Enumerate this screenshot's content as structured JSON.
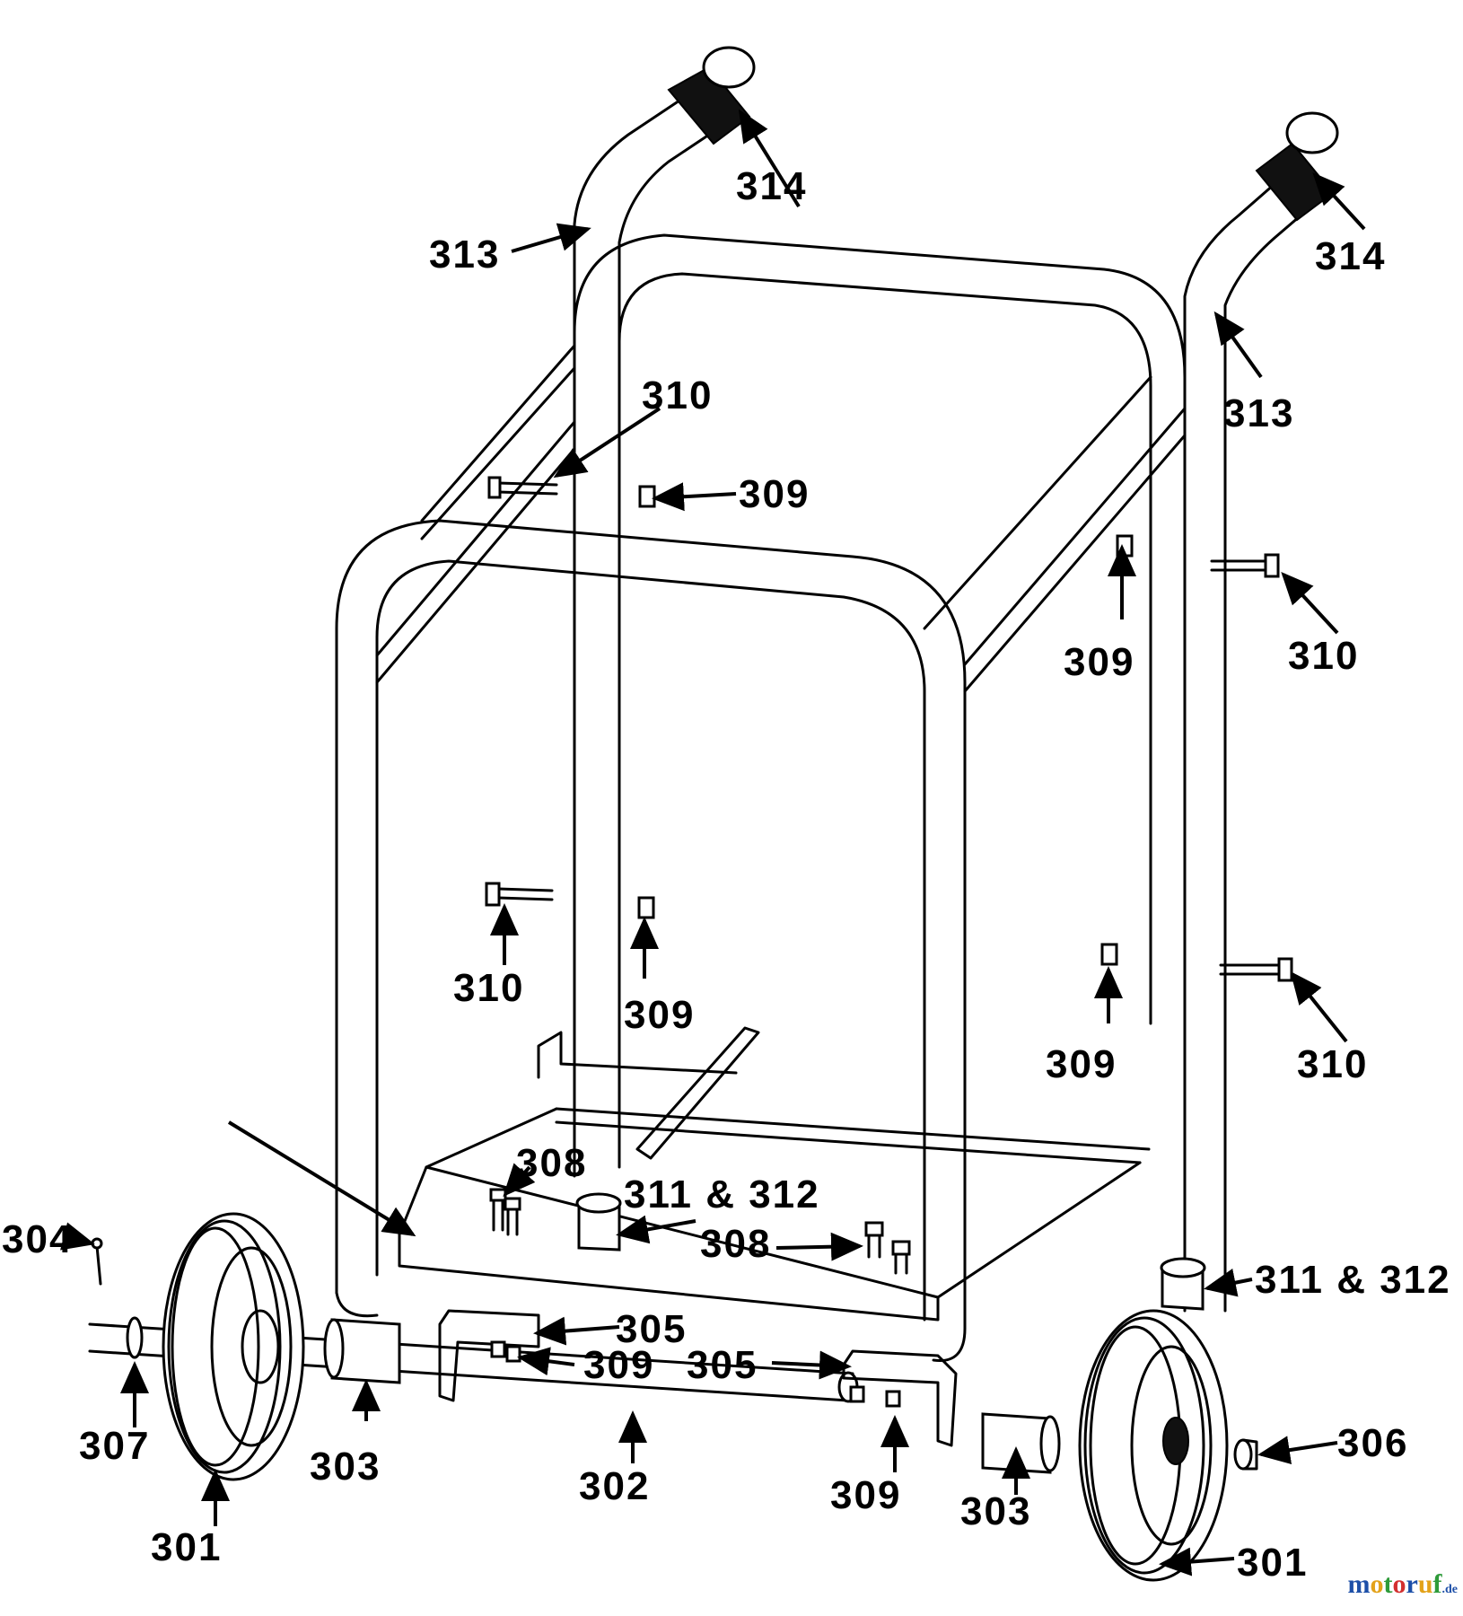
{
  "callouts": [
    {
      "label": "314"
    },
    {
      "label": "314"
    },
    {
      "label": "313"
    },
    {
      "label": "313"
    },
    {
      "label": "310"
    },
    {
      "label": "309"
    },
    {
      "label": "309"
    },
    {
      "label": "310"
    },
    {
      "label": "310"
    },
    {
      "label": "309"
    },
    {
      "label": "309"
    },
    {
      "label": "310"
    },
    {
      "label": "308"
    },
    {
      "label": "311 & 312"
    },
    {
      "label": "308"
    },
    {
      "label": "311 & 312"
    },
    {
      "label": "304"
    },
    {
      "label": "305"
    },
    {
      "label": "309"
    },
    {
      "label": "305"
    },
    {
      "label": "307"
    },
    {
      "label": "303"
    },
    {
      "label": "302"
    },
    {
      "label": "309"
    },
    {
      "label": "303"
    },
    {
      "label": "306"
    },
    {
      "label": "301"
    },
    {
      "label": "301"
    }
  ],
  "brand": {
    "letters": [
      "m",
      "o",
      "t",
      "o",
      "r",
      "u",
      "f"
    ],
    "suffix": ".de",
    "colors": [
      "#1d4fa8",
      "#e3a21a",
      "#2e9b3a",
      "#d32f2f",
      "#1d4fa8",
      "#e3a21a",
      "#2e9b3a"
    ]
  }
}
